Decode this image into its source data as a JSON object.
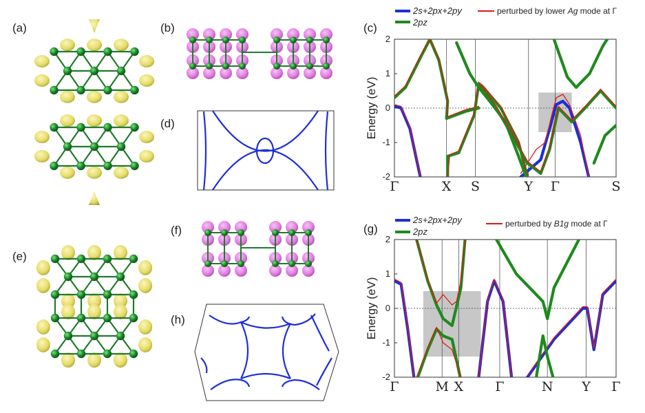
{
  "panel_labels": {
    "a": "(a)",
    "b": "(b)",
    "c": "(c)",
    "d": "(d)",
    "e": "(e)",
    "f": "(f)",
    "g": "(g)",
    "h": "(h)"
  },
  "colors": {
    "blue": "#1c2fd6",
    "green": "#1e8a1e",
    "red": "#e01818",
    "lobe": "#e07de0",
    "density": "#e8e070",
    "atom": "#1a8a2a",
    "shade": "#bdbdbd"
  },
  "chart_data": [
    {
      "type": "line",
      "panel": "(c)",
      "ylabel": "Energy (eV)",
      "ylim": [
        -2,
        2
      ],
      "yticks": [
        "2",
        "1",
        "0",
        "-1",
        "-2"
      ],
      "kpoints": [
        "Γ",
        "X",
        "S",
        "Y",
        "Γ",
        "S"
      ],
      "legend": {
        "left_line1": "2s+2px+2py",
        "left_line2": "2pz",
        "right_prefix": "perturbed by lower ",
        "right_mode": "Ag",
        "right_suffix": " mode at Γ"
      },
      "series": [
        {
          "name": "2s+2px+2py",
          "color": "blue"
        },
        {
          "name": "2pz",
          "color": "green"
        },
        {
          "name": "perturbed",
          "color": "red"
        }
      ]
    },
    {
      "type": "line",
      "panel": "(g)",
      "ylabel": "Energy (eV)",
      "ylim": [
        -2,
        2
      ],
      "yticks": [
        "2",
        "1",
        "0",
        "-1",
        "-2"
      ],
      "kpoints": [
        "Γ",
        "M",
        "X",
        "Γ",
        "N",
        "Y",
        "Γ"
      ],
      "legend": {
        "left_line1": "2s+2px+2py",
        "left_line2": "2pz",
        "right_prefix": "perturbed by ",
        "right_mode": "B1g",
        "right_suffix": " mode at Γ"
      },
      "series": [
        {
          "name": "2s+2px+2py",
          "color": "blue"
        },
        {
          "name": "2pz",
          "color": "green"
        },
        {
          "name": "perturbed",
          "color": "red"
        }
      ]
    }
  ]
}
